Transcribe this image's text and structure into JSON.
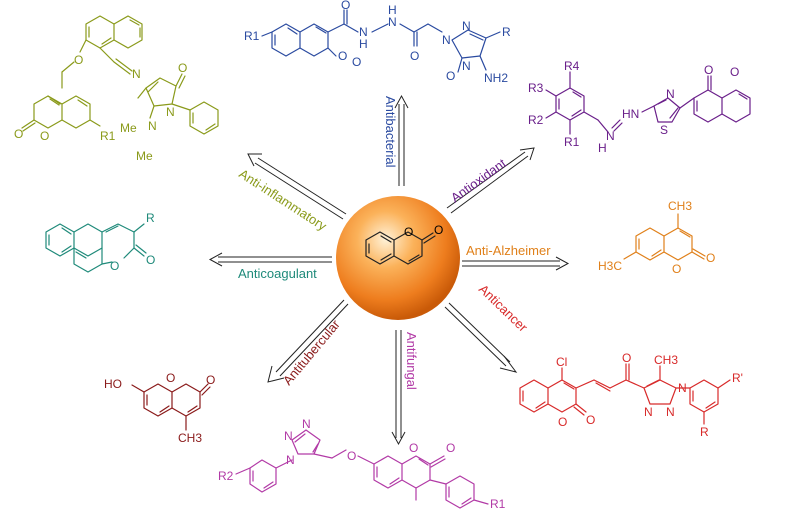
{
  "colors": {
    "antibacterial": "#2a4aa0",
    "antioxidant": "#6a1f8a",
    "antialzheimer": "#e0801a",
    "anticancer": "#d82a2a",
    "antifungal": "#b23aa6",
    "antitubercular": "#8a1a1a",
    "anticoagulant": "#1f8a7a",
    "antiinflammatory": "#8a9a1a",
    "core": "#f28a2c",
    "arrow": "#222222"
  },
  "activities": {
    "antibacterial": "Antibacterial",
    "antioxidant": "Antioxidant",
    "antialzheimer": "Anti-Alzheimer",
    "anticancer": "Anticancer",
    "antifungal": "Antifungal",
    "antitubercular": "Antitubercular",
    "anticoagulant": "Anticoagulant",
    "antiinflammatory": "Anti-inflammatory"
  },
  "atoms": {
    "ab": {
      "r1": "R1",
      "nh1": "N",
      "h1": "H",
      "nh2": "N",
      "h2": "H",
      "o1": "O",
      "o2": "O",
      "o3": "O",
      "o4": "O",
      "n1": "N",
      "n2": "N",
      "n3": "N",
      "r": "R",
      "nh2g": "NH2"
    },
    "ao": {
      "r4": "R4",
      "r3": "R3",
      "r2": "R2",
      "r1": "R1",
      "h": "H",
      "n": "N",
      "hn": "HN",
      "n2": "N",
      "s": "S",
      "o1": "O",
      "o2": "O"
    },
    "az": {
      "ch3": "CH3",
      "h3c": "H3C",
      "o1": "O",
      "o2": "O"
    },
    "ac": {
      "cl": "Cl",
      "o1": "O",
      "o2": "O",
      "o3": "O",
      "ch3": "CH3",
      "n1": "N",
      "n2": "N",
      "n3": "N",
      "rp": "R'",
      "r": "R"
    },
    "af": {
      "r2": "R2",
      "n1": "N",
      "n2": "N",
      "n3": "N",
      "o": "O",
      "o1": "O",
      "o2": "O",
      "r1": "R1"
    },
    "at": {
      "ho": "HO",
      "o1": "O",
      "o2": "O",
      "ch3": "CH3"
    },
    "acg": {
      "r": "R",
      "o1": "O",
      "o2": "O"
    },
    "ai": {
      "o": "O",
      "n": "N",
      "o2": "O",
      "o3": "O",
      "o4": "O",
      "me1": "Me",
      "me2": "Me",
      "n1": "N",
      "n2": "N",
      "r1": "R1"
    },
    "core": {
      "o1": "O",
      "o2": "O"
    }
  }
}
